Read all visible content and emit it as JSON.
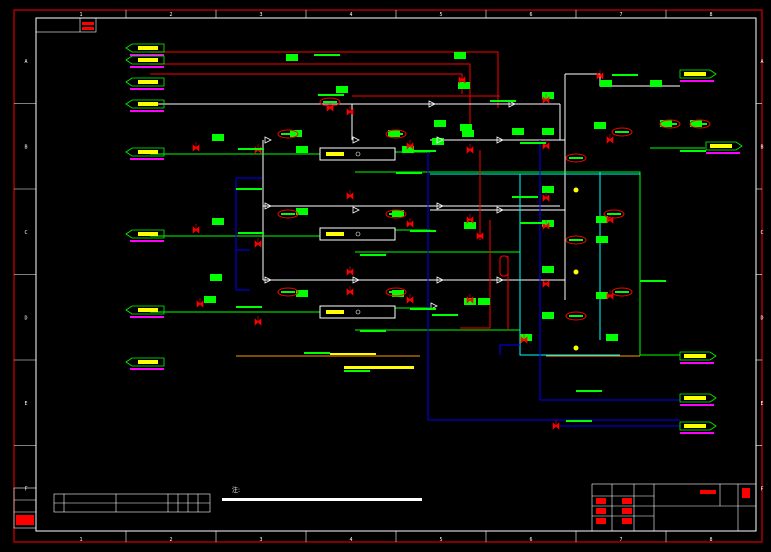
{
  "colors": {
    "background": "#000000",
    "border": "#ffffff",
    "outer_border": "#ff0000",
    "process_line": "#ffffff",
    "green_line": "#00ff00",
    "red_line": "#ff0000",
    "blue_line": "#0000ff",
    "cyan_line": "#00ffff",
    "orange_line": "#ff9900",
    "tag_fill": "#00ff00",
    "valve_fill": "#ff0000",
    "label_fill": "#ffff00",
    "magenta_text": "#ff00ff"
  },
  "ruler": {
    "columns": [
      "1",
      "2",
      "3",
      "4",
      "5",
      "6",
      "7",
      "8"
    ],
    "rows": [
      "A",
      "B",
      "C",
      "D",
      "E",
      "F"
    ]
  },
  "notes": {
    "heading": "注:"
  }
}
